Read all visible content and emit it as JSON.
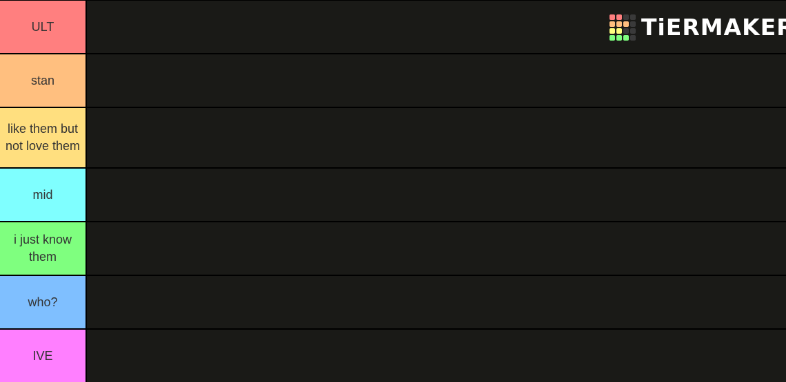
{
  "tiers": [
    {
      "label": "ULT",
      "color": "#ff7f7f"
    },
    {
      "label": "stan",
      "color": "#ffbf7f"
    },
    {
      "label": "like them but not love them",
      "color": "#ffdf7f"
    },
    {
      "label": "mid",
      "color": "#7fffff"
    },
    {
      "label": "i just know them",
      "color": "#7fff7f"
    },
    {
      "label": "who?",
      "color": "#7fbfff"
    },
    {
      "label": "IVE",
      "color": "#ff7fff"
    }
  ],
  "logo": {
    "text": "TiERMAKER",
    "grid_colors": [
      "#ff7f7f",
      "#ff7f7f",
      "#3a3a3a",
      "#3a3a3a",
      "#ffbf7f",
      "#ffbf7f",
      "#ffbf7f",
      "#3a3a3a",
      "#ffff7f",
      "#ffff7f",
      "#3a3a3a",
      "#3a3a3a",
      "#7fff7f",
      "#7fff7f",
      "#7fff7f",
      "#3a3a3a"
    ]
  }
}
